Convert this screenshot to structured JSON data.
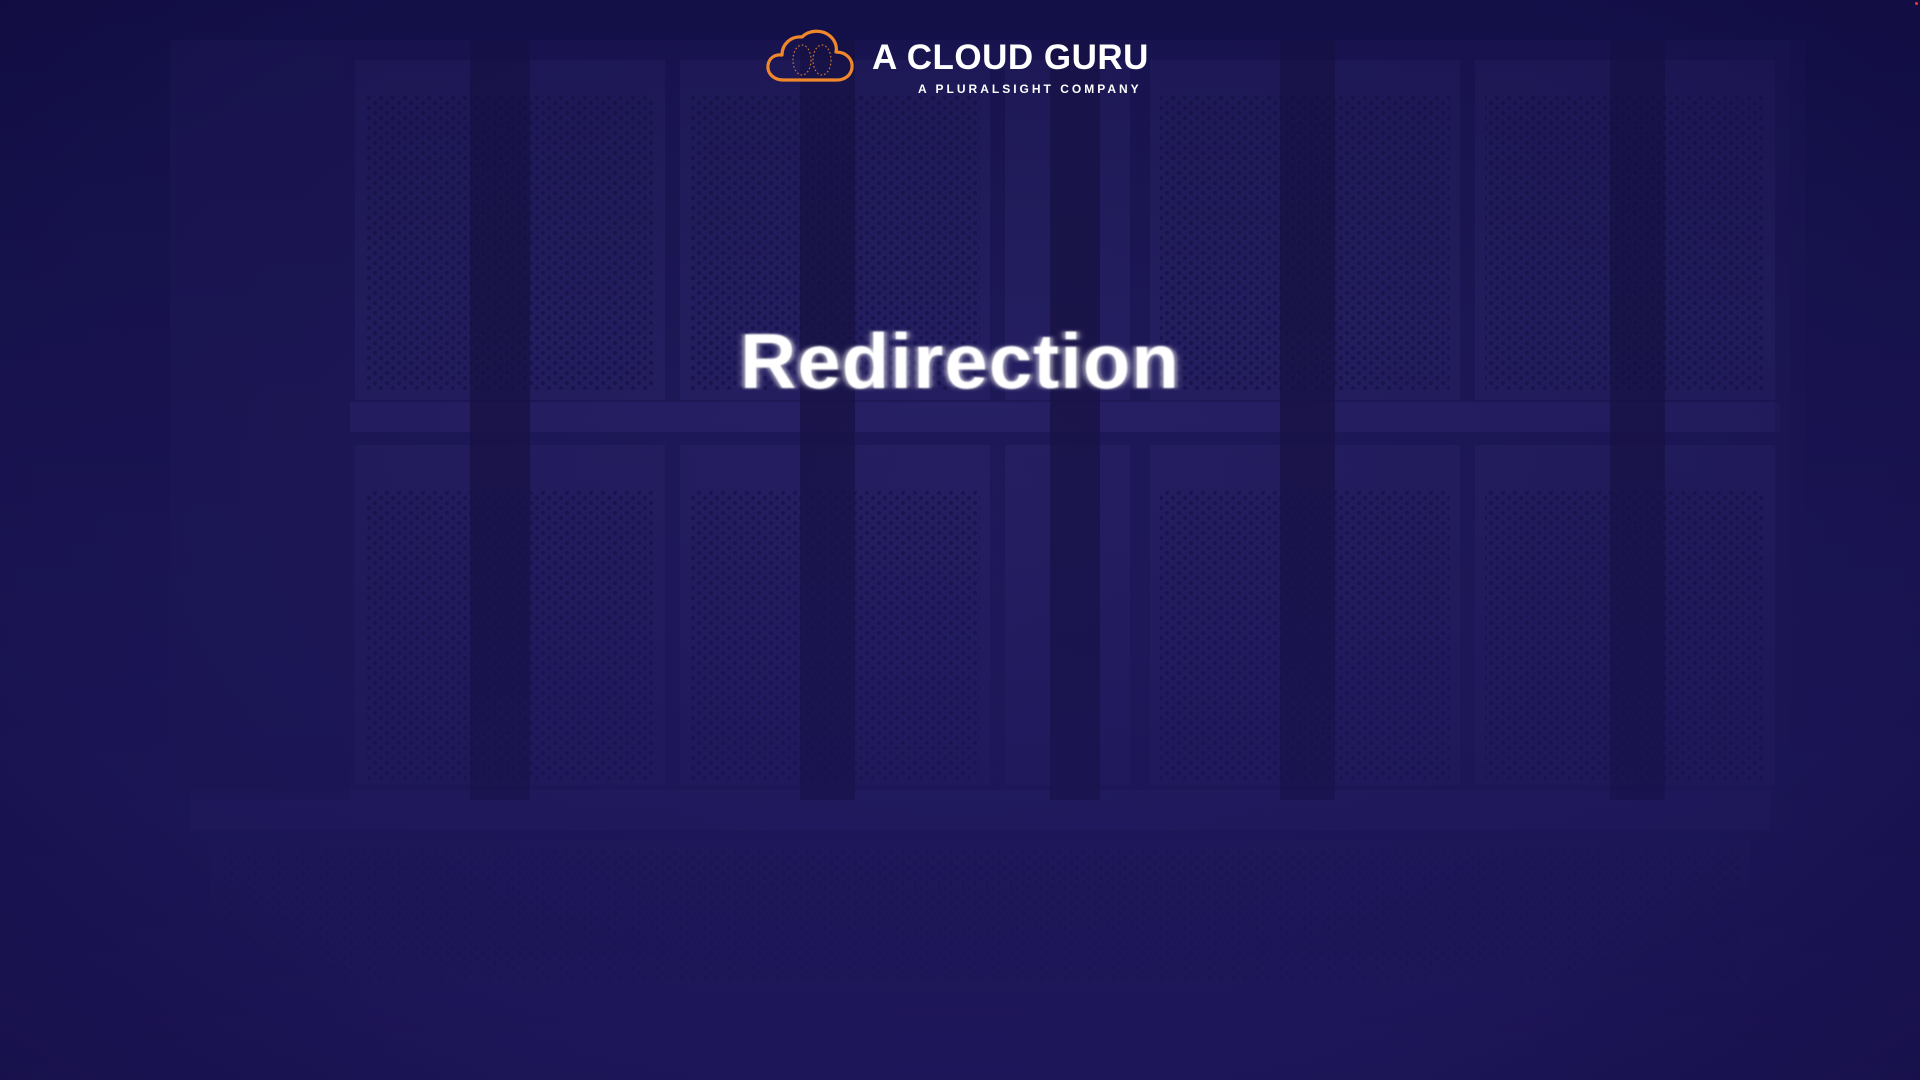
{
  "brand": {
    "name": "A CLOUD GURU",
    "tagline": "A PLURALSIGHT COMPANY",
    "logo_icon": "cloud-icon",
    "accent_color": "#f0872b"
  },
  "slide": {
    "title": "Redirection"
  },
  "colors": {
    "background": "#1c1756",
    "text": "#ffffff"
  }
}
